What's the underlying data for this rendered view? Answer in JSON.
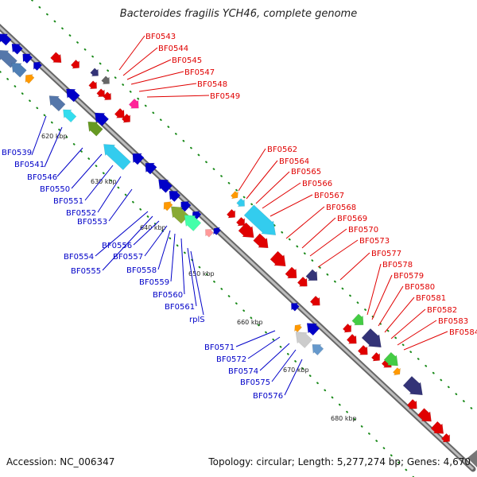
{
  "title": "Bacteroides fragilis YCH46, complete genome",
  "footer": {
    "accession": "Accession: NC_006347",
    "summary": "Topology: circular; Length: 5,277,274 bp; Genes: 4,670"
  },
  "kbp_labels": [
    "620 kbp",
    "630 kbp",
    "640 kbp",
    "650 kbp",
    "660 kbp",
    "670 kbp",
    "680 kbp"
  ],
  "red_labels": [
    "BF0543",
    "BF0544",
    "BF0545",
    "BF0547",
    "BF0548",
    "BF0549",
    "BF0562",
    "BF0564",
    "BF0565",
    "BF0566",
    "BF0567",
    "BF0568",
    "BF0569",
    "BF0570",
    "BF0573",
    "BF0577",
    "BF0578",
    "BF0579",
    "BF0580",
    "BF0581",
    "BF0582",
    "BF0583",
    "BF0584"
  ],
  "blue_labels": [
    "BF0539",
    "BF0541",
    "BF0546",
    "BF0550",
    "BF0551",
    "BF0552",
    "BF0553",
    "BF0554",
    "BF0555",
    "BF0556",
    "BF0557",
    "BF0558",
    "BF0559",
    "BF0560",
    "BF0561",
    "rplS",
    "BF0571",
    "BF0572",
    "BF0574",
    "BF0575",
    "BF0576"
  ],
  "colors": {
    "forward": "#e00000",
    "reverse": "#0000c8",
    "ticks": "#1a8a1a",
    "backbone": "#8a8a8a"
  }
}
